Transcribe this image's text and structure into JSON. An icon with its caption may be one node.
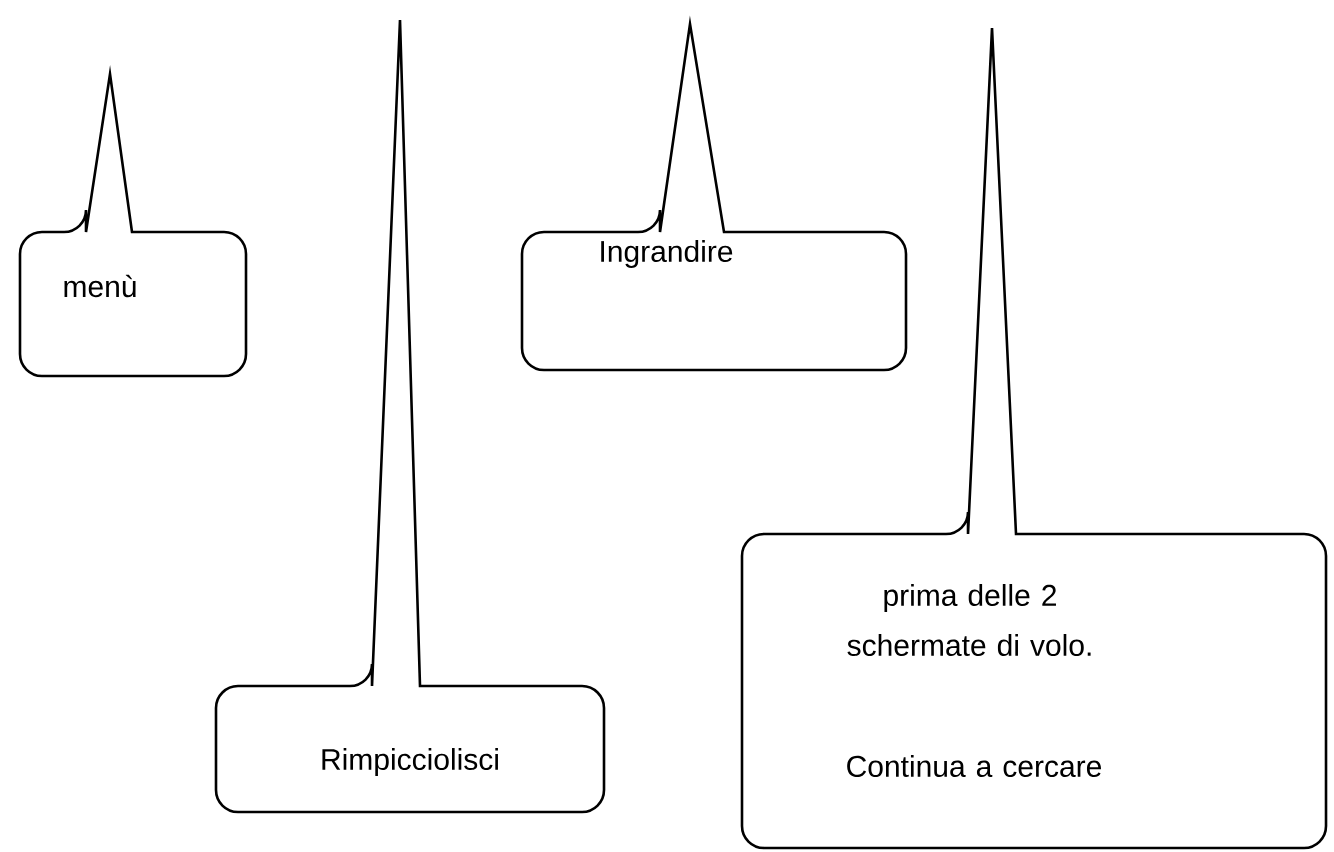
{
  "diagram": {
    "nodes": [
      {
        "text": [
          "menù"
        ]
      },
      {
        "text": [
          "Rimpicciolisci"
        ]
      },
      {
        "text": [
          "Ingrandire"
        ]
      },
      {
        "text": [
          "prima delle 2 schermate di volo.",
          "Continua a cercare"
        ]
      }
    ]
  }
}
